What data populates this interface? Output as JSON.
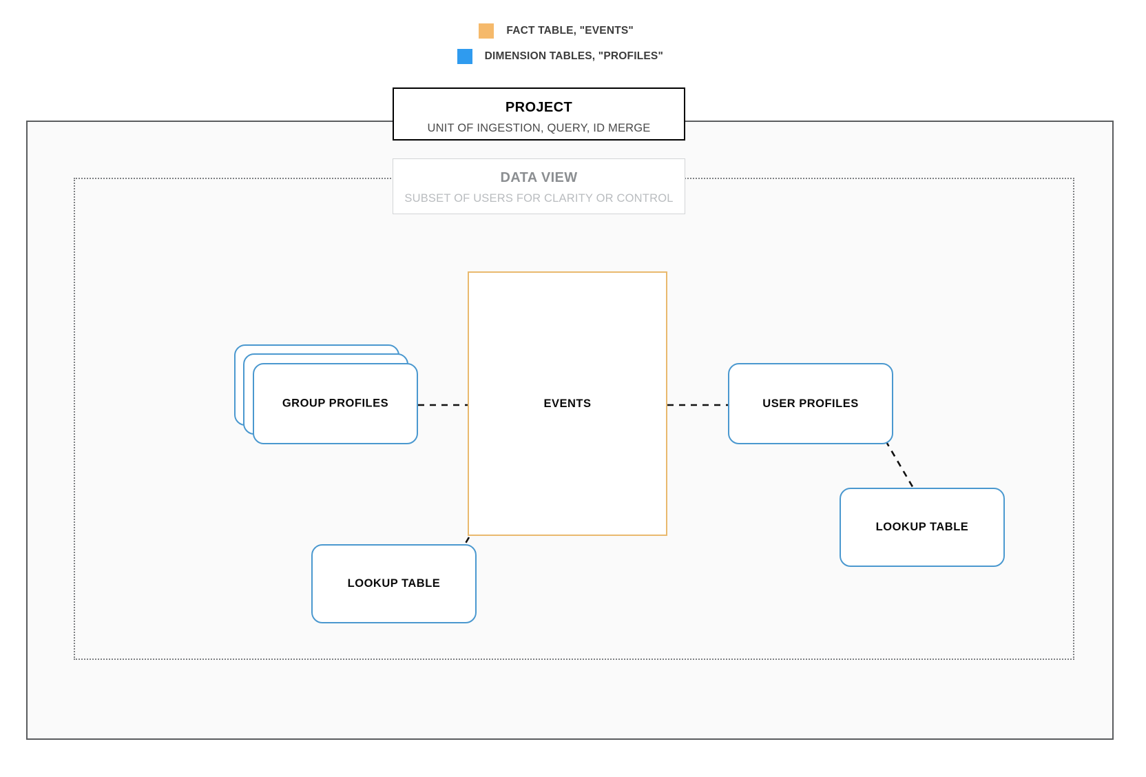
{
  "legend": {
    "items": [
      {
        "label": "FACT TABLE, \"EVENTS\"",
        "color": "#f5b96b",
        "icon": "square-swatch-icon"
      },
      {
        "label": "DIMENSION TABLES, \"PROFILES\"",
        "color": "#2f9bef",
        "icon": "square-swatch-icon"
      }
    ]
  },
  "project": {
    "title": "PROJECT",
    "subtitle": "UNIT OF INGESTION, QUERY, ID MERGE",
    "border_color": "#000000"
  },
  "data_view": {
    "title": "DATA VIEW",
    "subtitle": "SUBSET OF USERS FOR CLARITY OR CONTROL",
    "border_color": "#d2d4d6",
    "region_border_color": "#7d7f82"
  },
  "entities": {
    "events": {
      "label": "EVENTS",
      "color": "#e9b96e",
      "kind": "fact-table"
    },
    "group_profiles": {
      "label": "GROUP PROFILES",
      "color": "#4a98cf",
      "kind": "dimension-table-stack",
      "stack_count": 3
    },
    "user_profiles": {
      "label": "USER PROFILES",
      "color": "#4a98cf",
      "kind": "dimension-table"
    },
    "lookup_table_left": {
      "label": "LOOKUP TABLE",
      "color": "#4a98cf",
      "kind": "dimension-table"
    },
    "lookup_table_right": {
      "label": "LOOKUP TABLE",
      "color": "#4a98cf",
      "kind": "dimension-table"
    }
  },
  "connectors": [
    {
      "name": "group-profiles-to-events",
      "style": "dashed",
      "color": "#111111"
    },
    {
      "name": "events-to-user-profiles",
      "style": "dashed",
      "color": "#111111"
    },
    {
      "name": "events-to-lookup-table-left",
      "style": "dashed",
      "color": "#111111"
    },
    {
      "name": "user-profiles-to-lookup-table-right",
      "style": "dashed",
      "color": "#111111"
    }
  ],
  "canvas": {
    "background": "#ffffff",
    "panel_background": "#fafafa"
  }
}
